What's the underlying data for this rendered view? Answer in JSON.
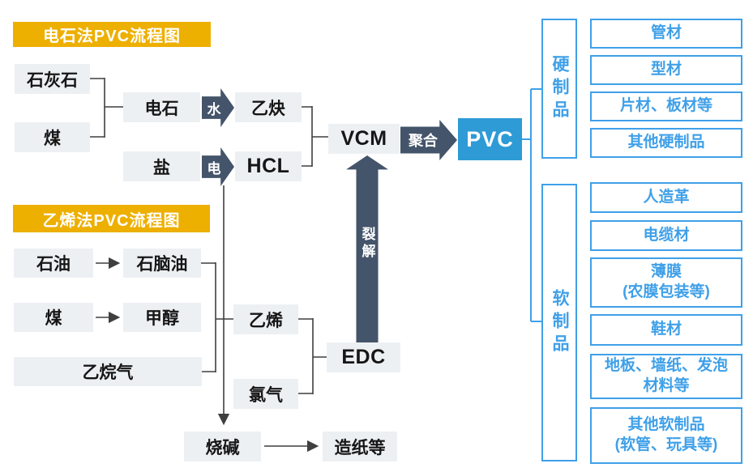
{
  "colors": {
    "gold": "#EDAF00",
    "navy_arrow": "#44546A",
    "gray_box": "#EDF0F3",
    "pvc_blue": "#2E9BD6",
    "product_blue": "#3FA0E8",
    "line_dark": "#3F3F3F",
    "text_dark": "#161616"
  },
  "carbide_section": {
    "title": "电石法PVC流程图",
    "limestone": "石灰石",
    "coal": "煤",
    "carbide": "电石",
    "water_label": "水",
    "acetylene": "乙炔",
    "salt": "盐",
    "electricity_label": "电",
    "hcl": "HCL"
  },
  "ethylene_section": {
    "title": "乙烯法PVC流程图",
    "petroleum": "石油",
    "naphtha": "石脑油",
    "coal": "煤",
    "methanol": "甲醇",
    "ethane_gas": "乙烷气",
    "ethylene": "乙烯",
    "chlorine": "氯气",
    "edc": "EDC",
    "caustic_soda": "烧碱",
    "papermaking": "造纸等"
  },
  "main_chain": {
    "vcm": "VCM",
    "polymerization_label": "聚合",
    "cracking_label": "裂解",
    "pvc": "PVC"
  },
  "products": {
    "hard_group_label": "硬制品",
    "soft_group_label": "软制品",
    "hard_items": [
      "管材",
      "型材",
      "片材、板材等",
      "其他硬制品"
    ],
    "soft_items": [
      "人造革",
      "电缆材",
      "薄膜\n(农膜包装等)",
      "鞋材",
      "地板、墙纸、发泡\n材料等",
      "其他软制品\n(软管、玩具等)"
    ]
  }
}
